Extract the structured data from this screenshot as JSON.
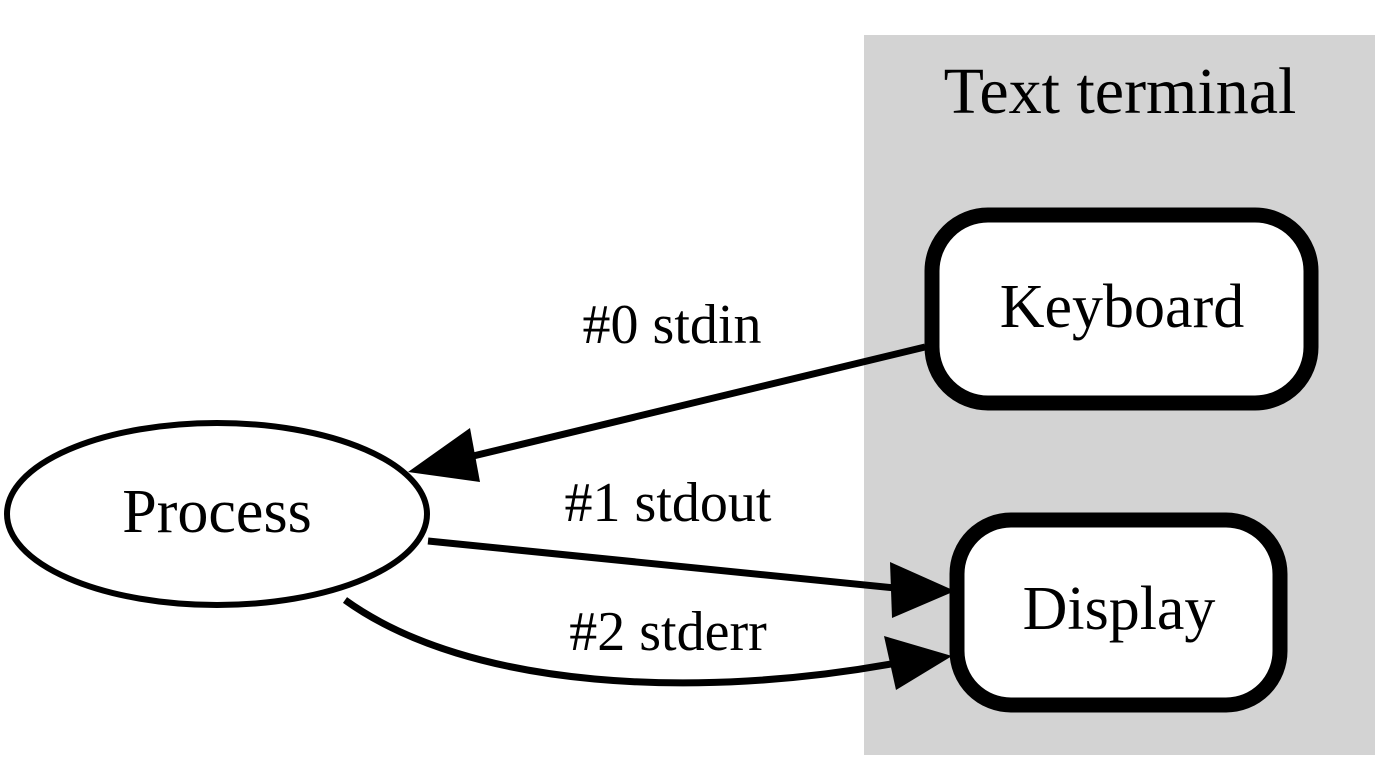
{
  "diagram": {
    "title_group": "Text terminal",
    "background_color": "#ffffff",
    "group_background_color": "#d3d3d3",
    "stroke_color": "#000000",
    "node_fill_color": "#ffffff",
    "nodes": [
      {
        "id": "process",
        "label": "Process",
        "shape": "ellipse"
      },
      {
        "id": "keyboard",
        "label": "Keyboard",
        "shape": "rounded-rect"
      },
      {
        "id": "display",
        "label": "Display",
        "shape": "rounded-rect"
      }
    ],
    "edges": [
      {
        "id": "stdin",
        "label": "#0 stdin",
        "from": "keyboard",
        "to": "process",
        "direction": "keyboard-to-process"
      },
      {
        "id": "stdout",
        "label": "#1 stdout",
        "from": "process",
        "to": "display",
        "direction": "process-to-display"
      },
      {
        "id": "stderr",
        "label": "#2 stderr",
        "from": "process",
        "to": "display",
        "direction": "process-to-display"
      }
    ]
  }
}
